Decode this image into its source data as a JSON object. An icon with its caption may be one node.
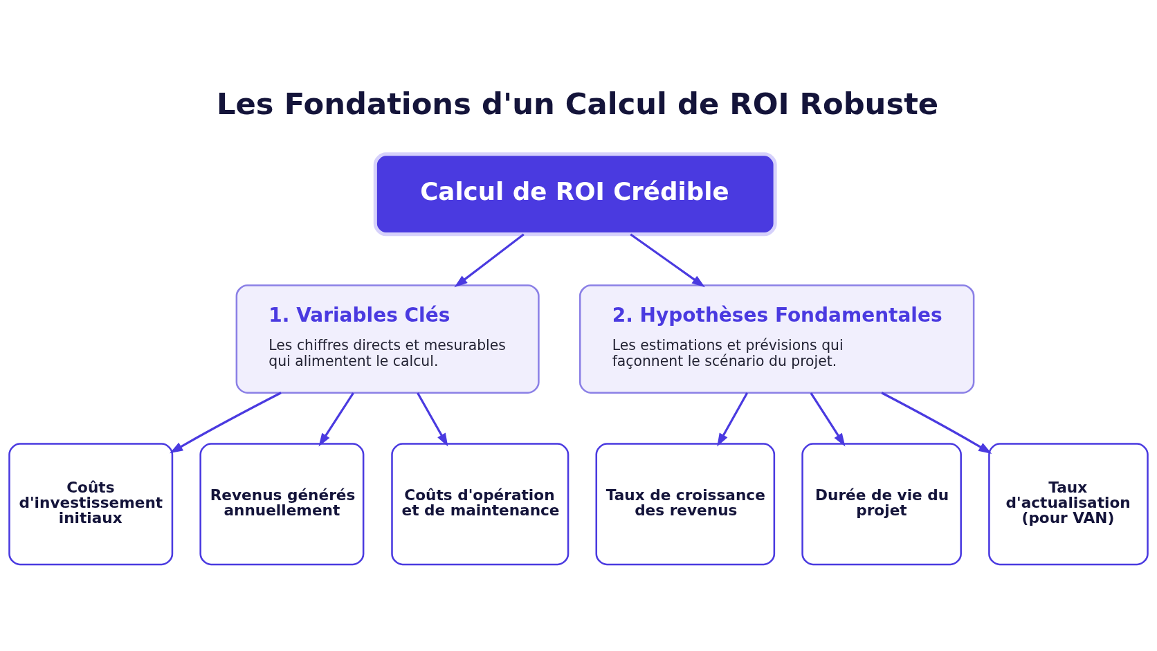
{
  "diagram": {
    "title": "Les Fondations d'un Calcul de ROI Robuste",
    "nodes": [
      {
        "text": [
          "Calcul de ROI Crédible"
        ]
      },
      {
        "text": [
          "1. Variables Clés",
          "Les chiffres directs et mesurables qui alimentent le calcul."
        ]
      },
      {
        "text": [
          "2. Hypothèses Fondamentales",
          "Les estimations et prévisions qui façonnent le scénario du projet."
        ]
      },
      {
        "text": [
          "Coûts d'investissement initiaux"
        ]
      },
      {
        "text": [
          "Revenus générés annuellement"
        ]
      },
      {
        "text": [
          "Coûts d'opération et de maintenance"
        ]
      },
      {
        "text": [
          "Taux de croissance des revenus"
        ]
      },
      {
        "text": [
          "Durée de vie du projet"
        ]
      },
      {
        "text": [
          "Taux d'actualisation (pour VAN)"
        ]
      }
    ],
    "edges": [
      {
        "from": 0,
        "to": 1,
        "arrow": "to"
      },
      {
        "from": 0,
        "to": 2,
        "arrow": "to"
      },
      {
        "from": 1,
        "to": 3,
        "arrow": "to"
      },
      {
        "from": 1,
        "to": 4,
        "arrow": "to"
      },
      {
        "from": 1,
        "to": 5,
        "arrow": "to"
      },
      {
        "from": 2,
        "to": 6,
        "arrow": "to"
      },
      {
        "from": 2,
        "to": 7,
        "arrow": "to"
      },
      {
        "from": 2,
        "to": 8,
        "arrow": "to"
      }
    ]
  }
}
